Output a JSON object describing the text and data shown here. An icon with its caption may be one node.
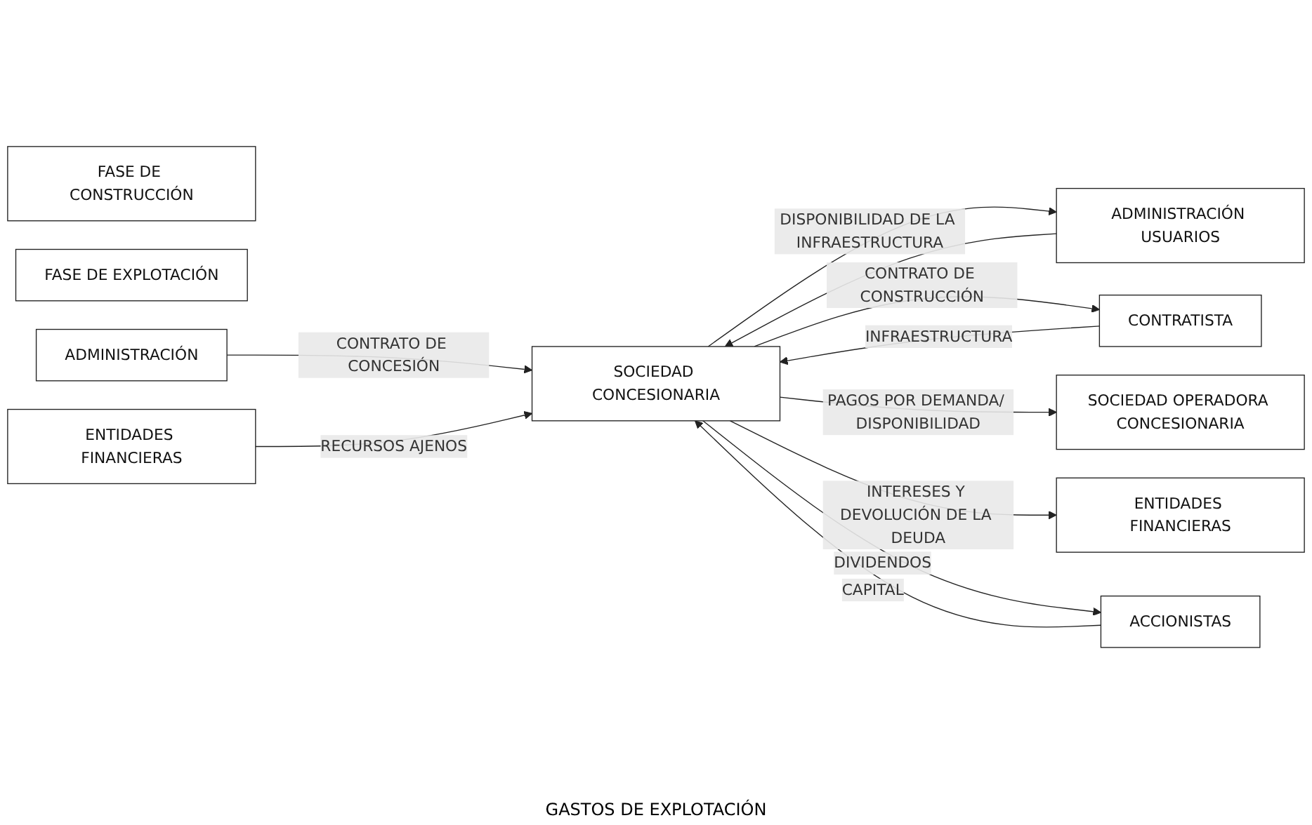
{
  "diagram": {
    "nodes": [
      {
        "text": [
          "FASE DE CONSTRUCCIÓN"
        ]
      },
      {
        "text": [
          "FASE DE EXPLOTACIÓN"
        ]
      },
      {
        "text": [
          "ADMINISTRACIÓN"
        ]
      },
      {
        "text": [
          "ADMINISTRACIÓN USUARIOS"
        ]
      },
      {
        "text": [
          "CONTRATISTA"
        ]
      },
      {
        "text": [
          "SOCIEDAD CONCESIONARIA"
        ]
      },
      {
        "text": [
          "SOCIEDAD OPERADORA CONCESIONARIA"
        ]
      },
      {
        "text": [
          "ENTIDADES FINANCIERAS"
        ]
      },
      {
        "text": [
          "ENTIDADES FINANCIERAS"
        ]
      },
      {
        "text": [
          "ACCIONISTAS"
        ]
      }
    ],
    "edges": [
      {
        "from": 2,
        "to": 5,
        "arrow": "to",
        "label": "CONTRATO DE CONCESIÓN"
      },
      {
        "from": 5,
        "to": 3,
        "arrow": "to",
        "label": "DISPONIBILIDAD DE LA INFRAESTRUCTURA"
      },
      {
        "from": 3,
        "to": 5,
        "arrow": "to"
      },
      {
        "from": 4,
        "to": 5,
        "arrow": "to",
        "label": "INFRAESTRUCTURA"
      },
      {
        "from": 5,
        "to": 4,
        "arrow": "to",
        "label": "CONTRATO DE CONSTRUCCIÓN"
      },
      {
        "from": 5,
        "to": 6,
        "arrow": "to",
        "label": "PAGOS POR DEMANDA/ DISPONIBILIDAD"
      },
      {
        "from": 7,
        "to": 5,
        "arrow": "to",
        "label": "RECURSOS AJENOS"
      },
      {
        "from": 5,
        "to": 8,
        "arrow": "to",
        "label": "INTERESES Y DEVOLUCIÓN DE LA DEUDA"
      },
      {
        "from": 9,
        "to": 5,
        "arrow": "to",
        "label": "CAPITAL"
      },
      {
        "from": 5,
        "to": 9,
        "arrow": "to",
        "label": "DIVIDENDOS"
      }
    ],
    "labels": [
      "GASTOS DE EXPLOTACIÓN"
    ]
  }
}
